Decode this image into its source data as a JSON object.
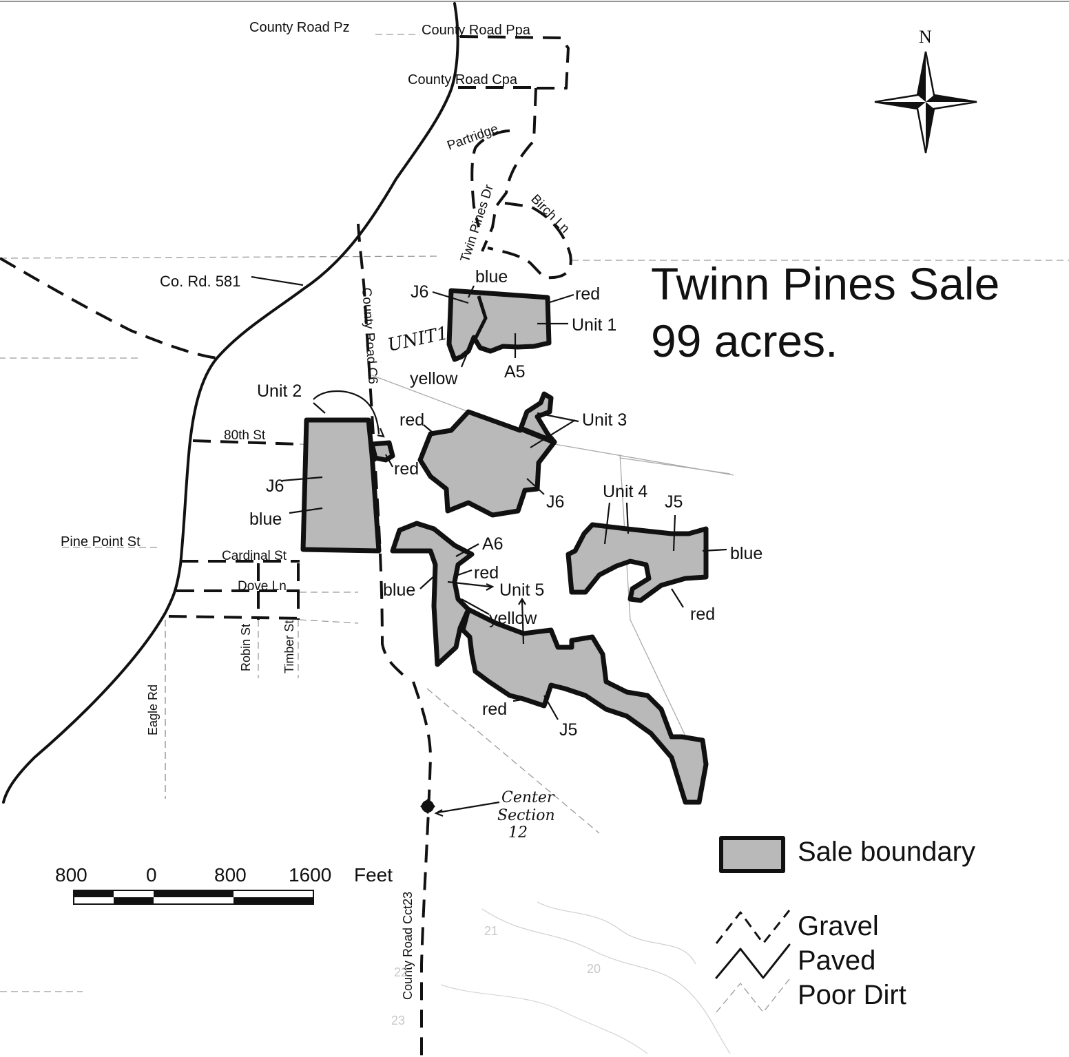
{
  "title": "Twinn Pines Sale",
  "subtitle": "99 acres.",
  "north_label": "N",
  "roads": {
    "county_road_pz": "County Road Pz",
    "county_road_ppa": "County Road Ppa",
    "county_road_cpa": "County Road Cpa",
    "partridge": "Partridge",
    "twin_pines_dr": "Twin Pines Dr",
    "birch_ln": "Birch Ln",
    "co_rd_581": "Co. Rd. 581",
    "county_road_c6": "County Road C6",
    "eightieth_st": "80th St",
    "pine_point_st": "Pine Point St",
    "cardinal_st": "Cardinal St",
    "dove_ln": "Dove Ln",
    "robin_st": "Robin St",
    "timber_st": "Timber St",
    "eagle_rd": "Eagle Rd",
    "county_road_cct23": "County Road Cct23"
  },
  "labels": {
    "unit1_j6": "J6",
    "unit1_blue": "blue",
    "unit1_red": "red",
    "unit1_name": "Unit 1",
    "unit1_a5": "A5",
    "unit1_yellow": "yellow",
    "unit1_handwritten": "UNIT1",
    "unit2_name": "Unit 2",
    "unit2_j6": "J6",
    "unit2_blue": "blue",
    "unit2_red": "red",
    "unit3_red": "red",
    "unit3_name": "Unit 3",
    "unit3_j6": "J6",
    "unit4_name": "Unit 4",
    "unit4_j5": "J5",
    "unit4_blue": "blue",
    "unit4_red": "red",
    "unit5_a6": "A6",
    "unit5_red": "red",
    "unit5_blue": "blue",
    "unit5_name": "Unit 5",
    "unit5_yellow": "yellow",
    "unit5_red2": "red",
    "unit5_j5": "J5"
  },
  "center_section": {
    "line1": "Center",
    "line2": "Section",
    "line3": "12"
  },
  "section_numbers": [
    "21",
    "20",
    "22",
    "23"
  ],
  "scale_bar": {
    "ticks": [
      "800",
      "0",
      "800",
      "1600"
    ],
    "unit": "Feet"
  },
  "legend": {
    "sale_boundary": "Sale boundary",
    "gravel": "Gravel",
    "paved": "Paved",
    "poor_dirt": "Poor Dirt"
  },
  "colors": {
    "ink": "#111111",
    "unit_fill": "#b9b9b9",
    "dirt_road": "#9a9a9a"
  }
}
